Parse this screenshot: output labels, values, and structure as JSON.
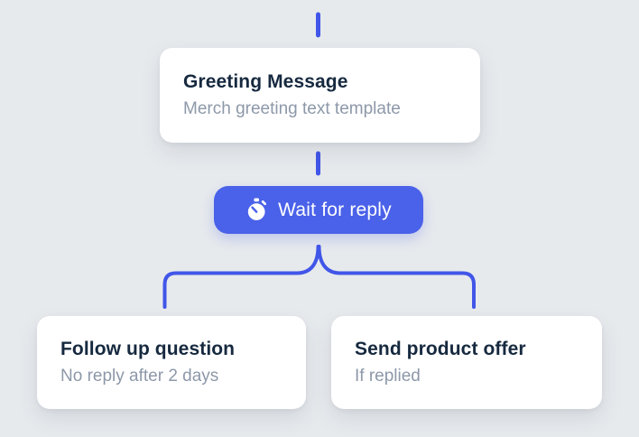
{
  "diagram": {
    "background_color": "#E7EAED",
    "accent_color": "#4A61E9",
    "connector_color": "#4156E8",
    "title_color": "#16293F",
    "subtitle_color": "#8D98A9",
    "nodes": {
      "greeting": {
        "title": "Greeting Message",
        "subtitle": "Merch greeting text template"
      },
      "wait_for_reply": {
        "label": "Wait for reply",
        "icon": "stopwatch-icon"
      },
      "follow_up": {
        "title": "Follow up question",
        "subtitle": "No reply after 2 days"
      },
      "product_offer": {
        "title": "Send product offer",
        "subtitle": "If replied"
      }
    }
  }
}
